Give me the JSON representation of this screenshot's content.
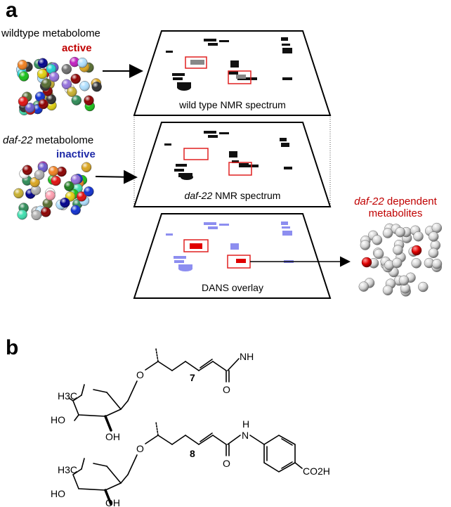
{
  "panel_a": {
    "letter": "a",
    "wildtype": {
      "label": "wildtype metabolome",
      "status": "active",
      "status_color": "#c00000"
    },
    "mutant": {
      "label_italic": "daf-22",
      "label_rest": " metabolome",
      "status": "inactive",
      "status_color": "#1f2aa8"
    },
    "spectra": {
      "top_caption": "wild type NMR spectrum",
      "middle_caption_italic": "daf-22",
      "middle_caption_rest": " NMR spectrum",
      "bottom_caption": "DANS overlay"
    },
    "result": {
      "label_italic": "daf-22",
      "label_rest": " dependent",
      "label_line2": "metabolites",
      "color": "#c00000"
    }
  },
  "panel_b": {
    "letter": "b",
    "compound7": {
      "number": "7",
      "labels": [
        "H3C",
        "HO",
        "OH",
        "O",
        "O",
        "NH"
      ]
    },
    "compound8": {
      "number": "8",
      "labels": [
        "H3C",
        "HO",
        "OH",
        "O",
        "O",
        "N",
        "H",
        "CO2H"
      ]
    }
  }
}
